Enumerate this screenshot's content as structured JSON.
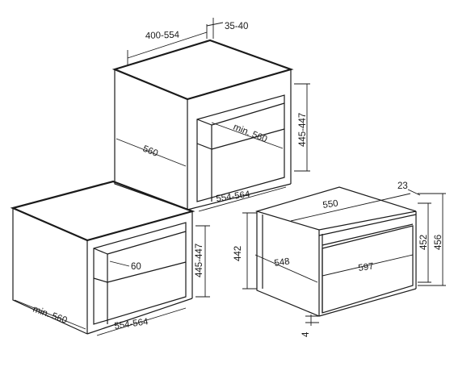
{
  "labels": {
    "upper_width": "400-554",
    "upper_offset": "35-40",
    "upper_depth": "560",
    "upper_inner_depth": "min. 560",
    "upper_height": "445-447",
    "upper_inner_width": "554-564",
    "lower_height": "445-447",
    "lower_vent": "60",
    "lower_depth": "min. 560",
    "lower_width": "554-564",
    "oven_top_width": "550",
    "oven_top_offset": "23",
    "oven_side_height": "442",
    "oven_depth": "548",
    "oven_front_width": "597",
    "oven_front_height": "452",
    "oven_total_height": "456",
    "oven_bottom_gap": "4"
  }
}
